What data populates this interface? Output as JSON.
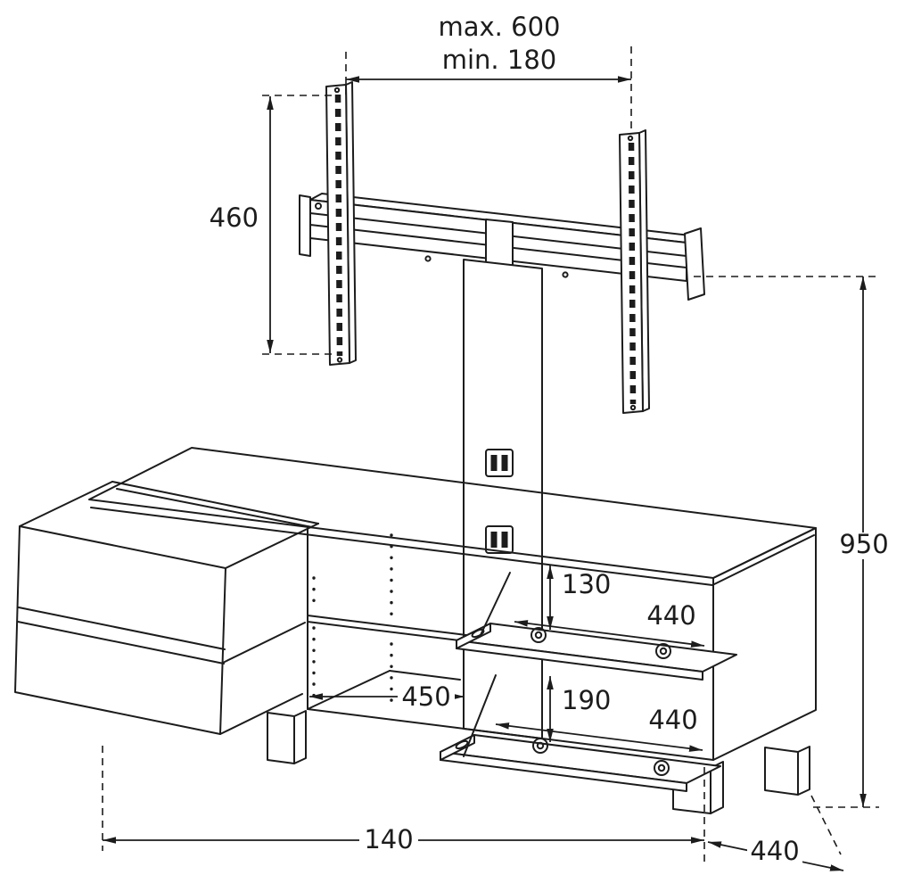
{
  "diagram": {
    "type": "technical-drawing",
    "subject": "TV stand with cantilever bracket mount, dimension drawing",
    "colors": {
      "line": "#1c1c1c",
      "background": "#ffffff"
    },
    "dimensions": {
      "bracket_width_max": "max. 600",
      "bracket_width_min": "min. 180",
      "bracket_height": "460",
      "overall_height": "950",
      "upper_opening_height": "130",
      "upper_shelf_width": "440",
      "lower_opening_height": "190",
      "lower_shelf_width": "440",
      "middle_opening_width": "450",
      "overall_width": "140",
      "overall_depth": "440"
    }
  }
}
